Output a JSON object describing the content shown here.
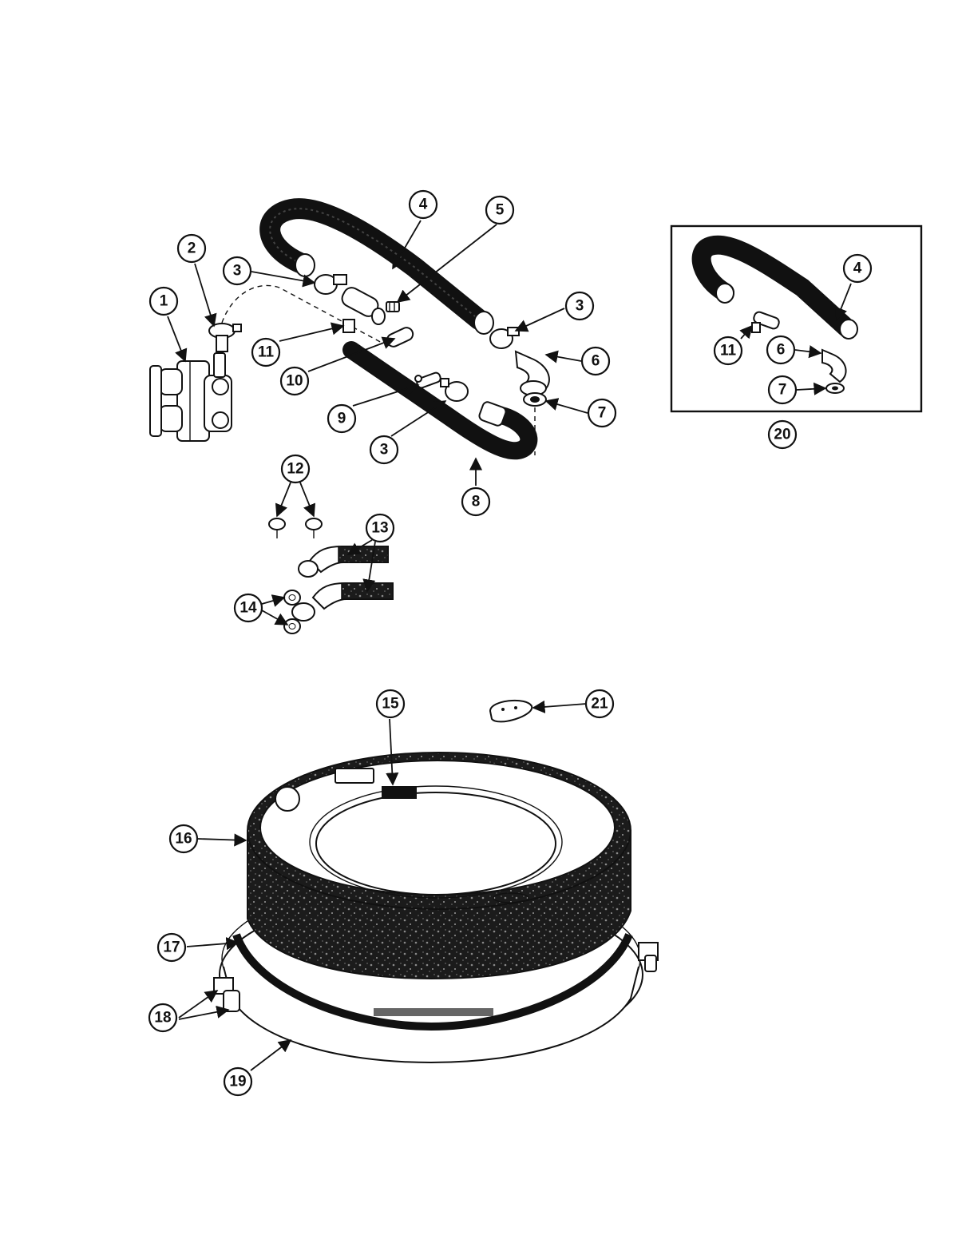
{
  "callouts": {
    "c1": "1",
    "c2": "2",
    "c3a": "3",
    "c3b": "3",
    "c3c": "3",
    "c4": "4",
    "c5": "5",
    "c6": "6",
    "c7": "7",
    "c8": "8",
    "c9": "9",
    "c10": "10",
    "c11": "11",
    "c12": "12",
    "c13": "13",
    "c14": "14",
    "c15": "15",
    "c16": "16",
    "c17": "17",
    "c18": "18",
    "c19": "19",
    "c21": "21",
    "k4": "4",
    "k11": "11",
    "k6": "6",
    "k7": "7",
    "k20": "20"
  }
}
